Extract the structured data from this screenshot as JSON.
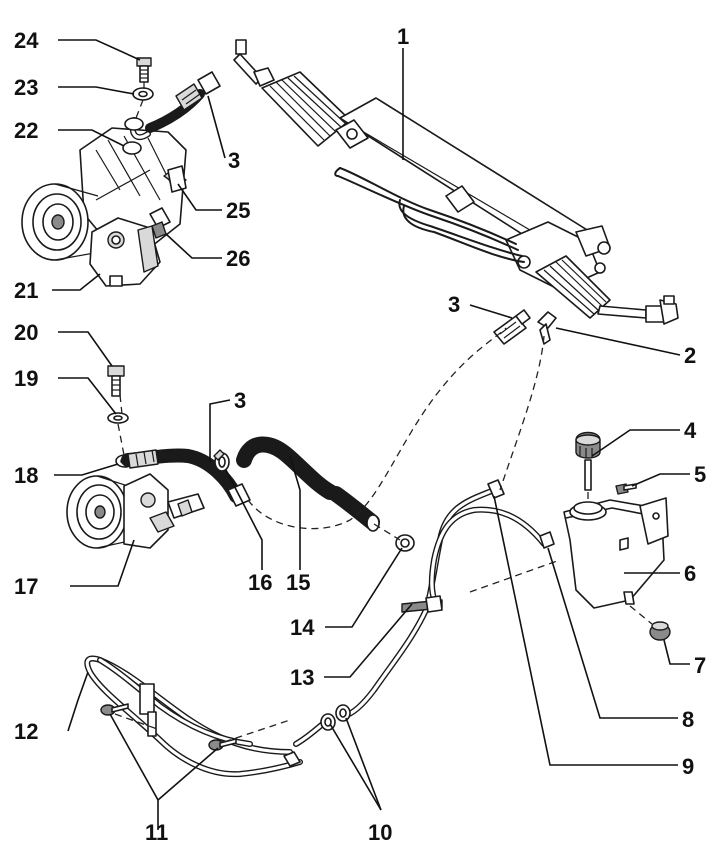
{
  "diagram": {
    "callouts": [
      {
        "id": "c1",
        "text": "1"
      },
      {
        "id": "c2",
        "text": "2"
      },
      {
        "id": "c3a",
        "text": "3"
      },
      {
        "id": "c3b",
        "text": "3"
      },
      {
        "id": "c3c",
        "text": "3"
      },
      {
        "id": "c4",
        "text": "4"
      },
      {
        "id": "c5",
        "text": "5"
      },
      {
        "id": "c6",
        "text": "6"
      },
      {
        "id": "c7",
        "text": "7"
      },
      {
        "id": "c8",
        "text": "8"
      },
      {
        "id": "c9",
        "text": "9"
      },
      {
        "id": "c10",
        "text": "10"
      },
      {
        "id": "c11",
        "text": "11"
      },
      {
        "id": "c12",
        "text": "12"
      },
      {
        "id": "c13",
        "text": "13"
      },
      {
        "id": "c14",
        "text": "14"
      },
      {
        "id": "c15",
        "text": "15"
      },
      {
        "id": "c16",
        "text": "16"
      },
      {
        "id": "c17",
        "text": "17"
      },
      {
        "id": "c18",
        "text": "18"
      },
      {
        "id": "c19",
        "text": "19"
      },
      {
        "id": "c20",
        "text": "20"
      },
      {
        "id": "c21",
        "text": "21"
      },
      {
        "id": "c22",
        "text": "22"
      },
      {
        "id": "c23",
        "text": "23"
      },
      {
        "id": "c24",
        "text": "24"
      },
      {
        "id": "c25",
        "text": "25"
      },
      {
        "id": "c26",
        "text": "26"
      }
    ]
  }
}
